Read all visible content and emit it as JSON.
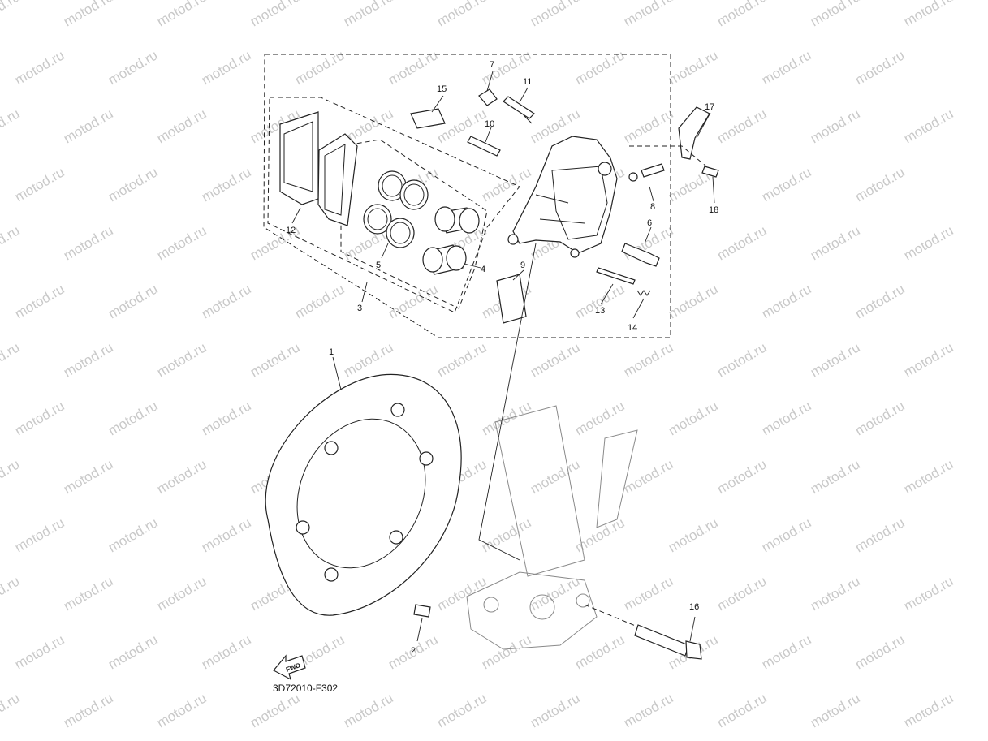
{
  "watermark_text": "motod.ru",
  "diagram_code": "3D72010-F302",
  "fwd_label": "FWD",
  "callouts": [
    {
      "id": "c1",
      "text": "1"
    },
    {
      "id": "c2",
      "text": "2"
    },
    {
      "id": "c3",
      "text": "3"
    },
    {
      "id": "c4",
      "text": "4"
    },
    {
      "id": "c5",
      "text": "5"
    },
    {
      "id": "c6",
      "text": "6"
    },
    {
      "id": "c7",
      "text": "7"
    },
    {
      "id": "c8",
      "text": "8"
    },
    {
      "id": "c9",
      "text": "9"
    },
    {
      "id": "c10",
      "text": "10"
    },
    {
      "id": "c11",
      "text": "11"
    },
    {
      "id": "c12",
      "text": "12"
    },
    {
      "id": "c13",
      "text": "13"
    },
    {
      "id": "c14",
      "text": "14"
    },
    {
      "id": "c15",
      "text": "15"
    },
    {
      "id": "c16",
      "text": "16"
    },
    {
      "id": "c17",
      "text": "17"
    },
    {
      "id": "c18",
      "text": "18"
    }
  ]
}
